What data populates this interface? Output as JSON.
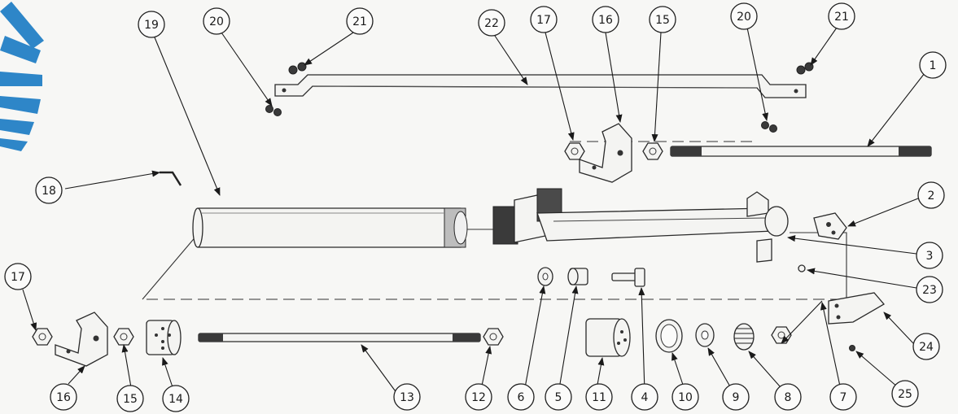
{
  "diagram": {
    "type": "exploded-parts-assembly",
    "colors": {
      "ink": "#1f1f1f",
      "paper": "#f7f7f5",
      "logo_blue": "#2e86c8"
    },
    "callouts": [
      {
        "id": "19",
        "label": "19"
      },
      {
        "id": "20a",
        "label": "20"
      },
      {
        "id": "21a",
        "label": "21"
      },
      {
        "id": "22",
        "label": "22"
      },
      {
        "id": "17a",
        "label": "17"
      },
      {
        "id": "16a",
        "label": "16"
      },
      {
        "id": "15a",
        "label": "15"
      },
      {
        "id": "20b",
        "label": "20"
      },
      {
        "id": "21b",
        "label": "21"
      },
      {
        "id": "1",
        "label": "1"
      },
      {
        "id": "18",
        "label": "18"
      },
      {
        "id": "2",
        "label": "2"
      },
      {
        "id": "3",
        "label": "3"
      },
      {
        "id": "23",
        "label": "23"
      },
      {
        "id": "24",
        "label": "24"
      },
      {
        "id": "25",
        "label": "25"
      },
      {
        "id": "17b",
        "label": "17"
      },
      {
        "id": "16b",
        "label": "16"
      },
      {
        "id": "15b",
        "label": "15"
      },
      {
        "id": "14",
        "label": "14"
      },
      {
        "id": "13",
        "label": "13"
      },
      {
        "id": "12",
        "label": "12"
      },
      {
        "id": "6",
        "label": "6"
      },
      {
        "id": "5",
        "label": "5"
      },
      {
        "id": "11",
        "label": "11"
      },
      {
        "id": "4",
        "label": "4"
      },
      {
        "id": "10",
        "label": "10"
      },
      {
        "id": "9",
        "label": "9"
      },
      {
        "id": "8",
        "label": "8"
      },
      {
        "id": "7",
        "label": "7"
      }
    ]
  }
}
